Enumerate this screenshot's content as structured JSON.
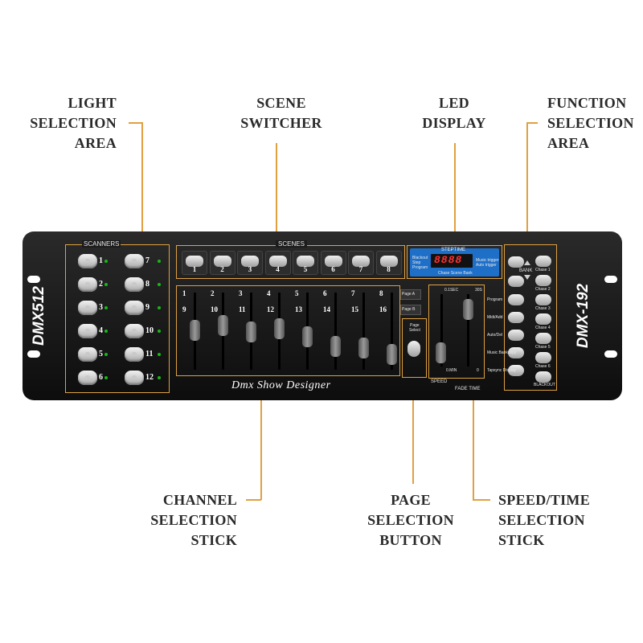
{
  "annotations": {
    "light_selection": [
      "LIGHT",
      "SELECTION",
      "AREA"
    ],
    "scene_switcher": [
      "SCENE",
      "SWITCHER"
    ],
    "led_display": [
      "LED",
      "DISPLAY"
    ],
    "function_selection": [
      "FUNCTION",
      "SELECTION",
      "AREA"
    ],
    "channel_selection": [
      "CHANNEL",
      "SELECTION",
      "STICK"
    ],
    "page_selection": [
      "PAGE",
      "SELECTION",
      "BUTTON"
    ],
    "speed_time": [
      "SPEED/TIME",
      "SELECTION",
      "STICK"
    ]
  },
  "device": {
    "left_model": "DMX512",
    "right_model": "DMX-192",
    "brand_script": "Dmx Show Designer",
    "scanners_title": "SCANNERS",
    "scanner_numbers_left": [
      "1",
      "2",
      "3",
      "4",
      "5",
      "6"
    ],
    "scanner_numbers_right": [
      "7",
      "8",
      "9",
      "10",
      "11",
      "12"
    ],
    "scenes_title": "SCENES",
    "scene_numbers": [
      "1",
      "2",
      "3",
      "4",
      "5",
      "6",
      "7",
      "8"
    ],
    "channel_top": [
      "1",
      "2",
      "3",
      "4",
      "5",
      "6",
      "7",
      "8"
    ],
    "channel_bottom": [
      "9",
      "10",
      "11",
      "12",
      "13",
      "14",
      "15",
      "16"
    ],
    "page_a": "Page A",
    "page_b": "Page B",
    "page_select": [
      "Page",
      "Select"
    ],
    "steptime": "STEPTIME",
    "display_digits": "8888",
    "display_left": [
      "Blackout",
      "Step",
      "Program"
    ],
    "display_right": [
      "Music trigger",
      "Auto trigger"
    ],
    "display_bottom": "Chase Scene Bank",
    "speed_top_left": "0.1SEC",
    "speed_top_right": "30S",
    "speed_bottom_left": "0.MIN",
    "speed_bottom_right": "0",
    "speed_label": "SPEED",
    "fadetime_label": "FADE TIME",
    "bank_label": "BANK",
    "func_labels": [
      "Program",
      "Midi/Add",
      "Auto/Del",
      "Music Bankcopy",
      "Tapsync Display"
    ],
    "chase_labels": [
      "Chase 1",
      "Chase 2",
      "Chase 3",
      "Chase 4",
      "Chase 5",
      "Chase 6"
    ],
    "blackout": "BLACKOUT"
  },
  "colors": {
    "accent_line": "#e0a040",
    "led_green": "#18b818",
    "display_blue": "#1e6fc8",
    "digit_red": "#ff3030"
  }
}
